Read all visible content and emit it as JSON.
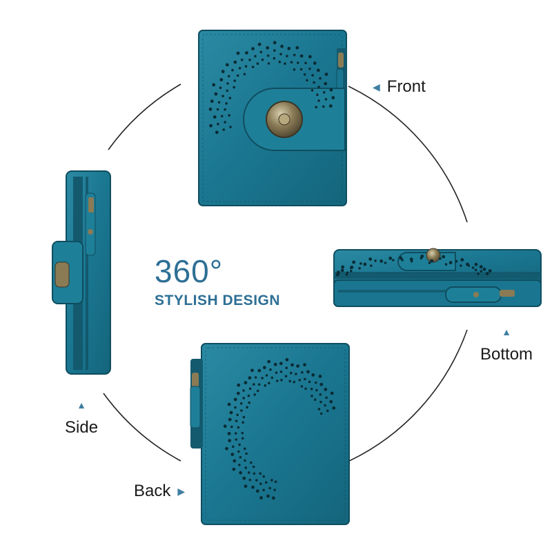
{
  "headline": {
    "big": "360°",
    "small": "STYLISH DESIGN"
  },
  "views": {
    "front": "Front",
    "bottom": "Bottom",
    "side": "Side",
    "back": "Back"
  },
  "colors": {
    "leather": "#1a7690",
    "leather_dark": "#135a6f",
    "leather_light": "#2b8aa3",
    "headline": "#2d6f95",
    "arrow": "#3f7fa2",
    "metal": "#8a7b55"
  },
  "icons": {
    "front": "triangle-left-icon",
    "bottom": "triangle-up-icon",
    "side": "triangle-up-icon",
    "back": "triangle-right-icon"
  }
}
